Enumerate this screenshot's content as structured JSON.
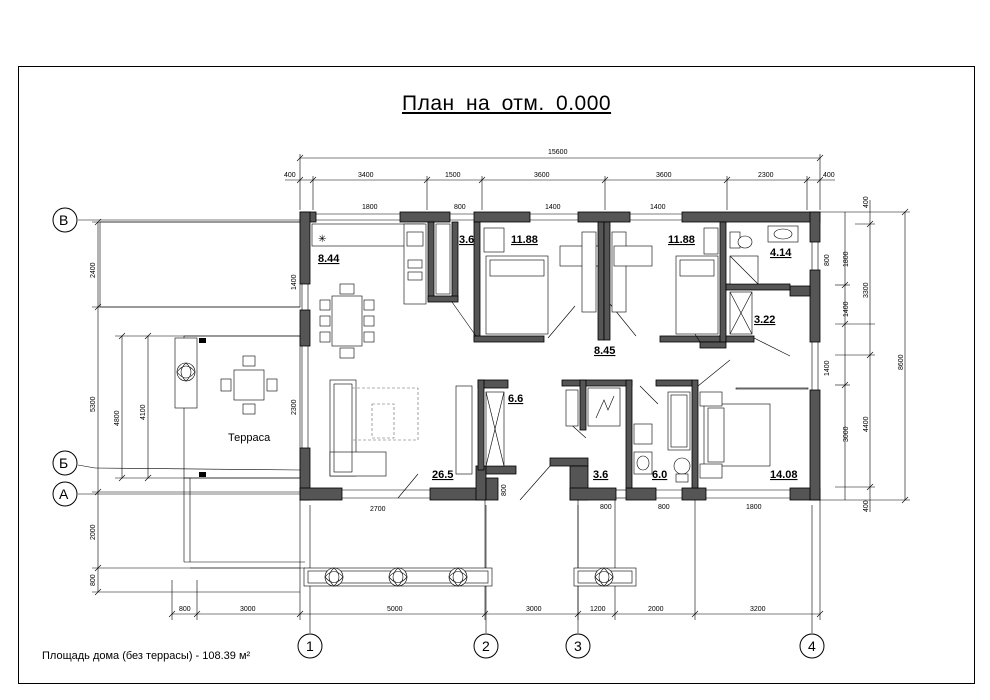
{
  "title": "План  на  отм.  0.000",
  "area_note": "Площадь дома (без террасы) - 108.39 м²",
  "terrace_label": "Терраса",
  "axes": {
    "rows": [
      "В",
      "Б",
      "А"
    ],
    "cols": [
      "1",
      "2",
      "3",
      "4"
    ]
  },
  "rooms": [
    {
      "id": "kitchen",
      "area": "8.44"
    },
    {
      "id": "pantry",
      "area": "3.6"
    },
    {
      "id": "bedroom1",
      "area": "11.88"
    },
    {
      "id": "bedroom2",
      "area": "11.88"
    },
    {
      "id": "wc",
      "area": "4.14"
    },
    {
      "id": "shower",
      "area": "3.22"
    },
    {
      "id": "hall",
      "area": "8.45"
    },
    {
      "id": "closet",
      "area": "6.6"
    },
    {
      "id": "living",
      "area": "26.5"
    },
    {
      "id": "vestibule",
      "area": "3.6"
    },
    {
      "id": "bath",
      "area": "6.0"
    },
    {
      "id": "bedroom3",
      "area": "14.08"
    }
  ],
  "dims": {
    "top_total": "15600",
    "top_segments": [
      "400",
      "3400",
      "1500",
      "3600",
      "3600",
      "2300",
      "400"
    ],
    "top_windows": [
      "1800",
      "800",
      "1400",
      "1400"
    ],
    "right_total": "8600",
    "right_a": [
      "400",
      "3300",
      "4400",
      "400"
    ],
    "right_b": [
      "1800",
      "1400",
      "3000"
    ],
    "right_c": [
      "800",
      "1400"
    ],
    "left_a": [
      "2400",
      "5300",
      "2000",
      "800"
    ],
    "left_b": [
      "4800",
      "4100"
    ],
    "left_wall": [
      "1400",
      "2300"
    ],
    "bottom_windows": [
      "2700",
      "800",
      "800",
      "800",
      "1800"
    ],
    "bottom_segments": [
      "800",
      "3000",
      "5000",
      "3000",
      "1200",
      "2000",
      "3200"
    ],
    "door_a": "800"
  }
}
